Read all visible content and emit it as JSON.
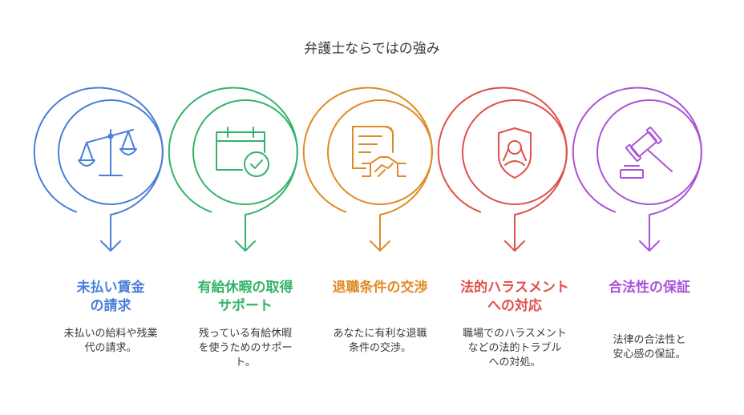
{
  "title": "弁護士ならではの強み",
  "steps": [
    {
      "icon": "scales-icon",
      "color": "#4a7fd8",
      "title_lines": [
        "未払い賃金",
        "の請求"
      ],
      "desc_lines": [
        "未払いの給料や残業",
        "代の請求。"
      ]
    },
    {
      "icon": "calendar-check-icon",
      "color": "#34b36b",
      "title_lines": [
        "有給休暇の取得",
        "サポート"
      ],
      "desc_lines": [
        "残っている有給休暇",
        "を使うためのサポー",
        "ト。"
      ]
    },
    {
      "icon": "contract-handshake-icon",
      "color": "#e08a26",
      "title_lines": [
        "退職条件の交渉"
      ],
      "desc_lines": [
        "あなたに有利な退職",
        "条件の交渉。"
      ]
    },
    {
      "icon": "shield-person-icon",
      "color": "#e0504a",
      "title_lines": [
        "法的ハラスメント",
        "への対応"
      ],
      "desc_lines": [
        "職場でのハラスメント",
        "などの法的トラブル",
        "への対処。"
      ]
    },
    {
      "icon": "gavel-icon",
      "color": "#a954d8",
      "title_lines": [
        "合法性の保証"
      ],
      "desc_lines": [
        "法律の合法性と",
        "安心感の保証。"
      ]
    }
  ]
}
